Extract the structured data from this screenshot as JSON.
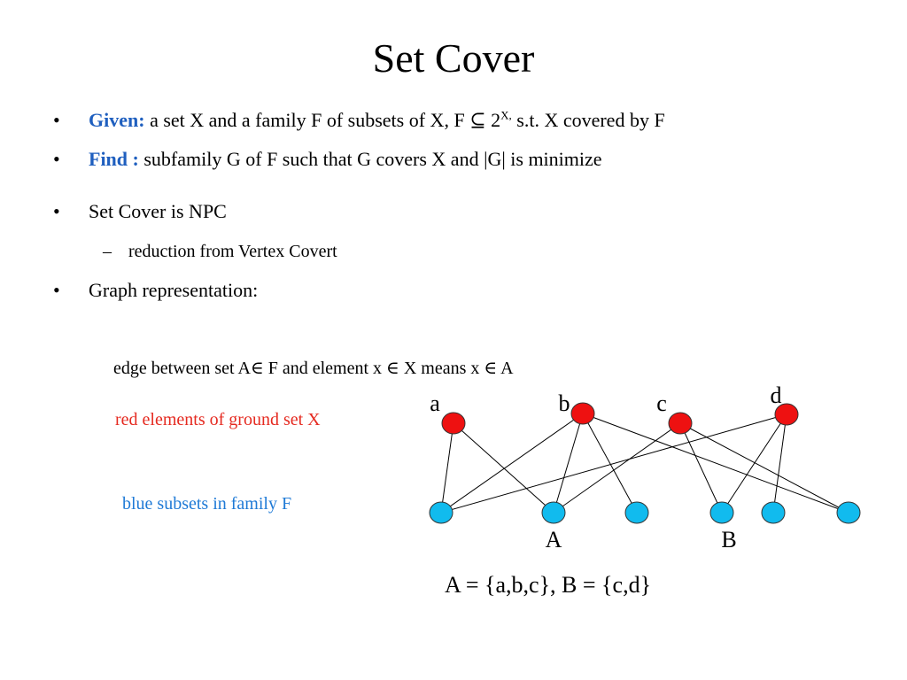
{
  "title": "Set Cover",
  "bullet_symbol": "•",
  "dash_symbol": "–",
  "bullets": {
    "given_kw": "Given:",
    "given_text_pre": " a set X and a family F of subsets of X, F ",
    "subseteq": "⊆",
    "given_pow": " 2",
    "given_sup": "X,",
    "given_text_post": " s.t. X covered by F",
    "find_kw": "Find :",
    "find_text": " subfamily G of F such that G covers X and |G| is minimize",
    "npc": "Set Cover is NPC",
    "reduction": "reduction from Vertex Covert",
    "graph_rep": "Graph representation:"
  },
  "notes": {
    "edge": "edge between set A∈ F and element x  ∈ X means   x  ∈ A",
    "red": "red elements of ground set X",
    "blue": "blue subsets in family F"
  },
  "graph": {
    "colors": {
      "red": "#ee1111",
      "blue": "#11bbee",
      "edge": "#000000"
    },
    "red_nodes": [
      {
        "id": "a",
        "label": "a"
      },
      {
        "id": "b",
        "label": "b"
      },
      {
        "id": "c",
        "label": "c"
      },
      {
        "id": "d",
        "label": "d"
      }
    ],
    "blue_nodes": [
      {
        "id": "s1",
        "label": ""
      },
      {
        "id": "A",
        "label": "A"
      },
      {
        "id": "s3",
        "label": ""
      },
      {
        "id": "B",
        "label": "B"
      },
      {
        "id": "s5",
        "label": ""
      },
      {
        "id": "s6",
        "label": ""
      }
    ],
    "edges": [
      [
        "a",
        "s1"
      ],
      [
        "a",
        "A"
      ],
      [
        "b",
        "s1"
      ],
      [
        "b",
        "A"
      ],
      [
        "b",
        "s3"
      ],
      [
        "b",
        "s6"
      ],
      [
        "c",
        "A"
      ],
      [
        "c",
        "B"
      ],
      [
        "c",
        "s6"
      ],
      [
        "d",
        "s1"
      ],
      [
        "d",
        "B"
      ],
      [
        "d",
        "s5"
      ]
    ]
  },
  "equation": "A = {a,b,c}, B = {c,d}"
}
